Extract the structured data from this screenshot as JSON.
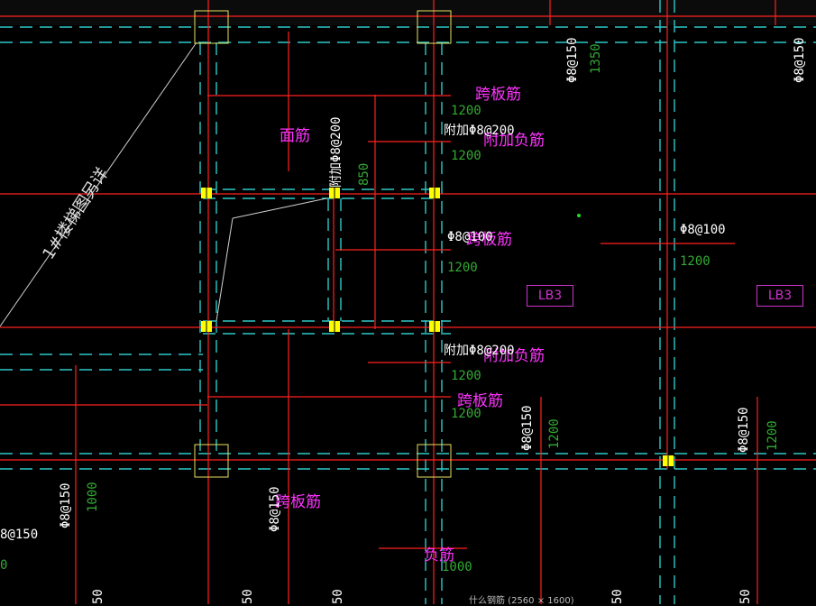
{
  "labels": {
    "kuaban_1": "跨板筋",
    "mianjin": "面筋",
    "fujia_1": "附加负筋",
    "kuaban_2": "跨板筋",
    "fujia_2": "附加负筋",
    "kuaban_3": "跨板筋",
    "kuaban_4": "跨板筋",
    "fujin": "负筋"
  },
  "rebar_text": {
    "fujia_h_1": "附加Φ8@200",
    "fujia_h_2": "附加Φ8@200",
    "fujia_v_1": "附加Φ8@200",
    "phi8_100_a": "Φ8@100",
    "phi8_100_b": "Φ8@100",
    "phi8_150_top": "Φ8@150",
    "phi8_150_tr": "Φ8@150",
    "phi8_150_m1": "Φ8@150",
    "phi8_150_m2": "Φ8@150",
    "phi8_150_bl": "Φ8@150",
    "phi8_150_bm": "Φ8@150",
    "phi8_150_left": "8@150"
  },
  "dims": {
    "d1200_a": "1200",
    "d1200_b": "1200",
    "d1200_c": "1200",
    "d1200_d": "1200",
    "d1200_e": "1200",
    "d1200_f": "1200",
    "d1200_g": "1200",
    "d1200_h": "1200",
    "d850": "850",
    "d1350": "1350",
    "d1000_a": "1000",
    "d1000_b": "1000",
    "d0": "0",
    "d50_a": "50",
    "d50_b": "50",
    "d50_c": "50",
    "d50_d": "50",
    "d50_e": "50"
  },
  "tags": {
    "lb3_a": "LB3",
    "lb3_b": "LB3"
  },
  "stair_label": "1#楼梯图另详",
  "status_text": "什么钢筋 (2560 × 1600)",
  "colors": {
    "background": "#000000",
    "red_line": "#ff2020",
    "cyan_line": "#2fc8c8",
    "yellow_column": "#ffff00",
    "magenta_label": "#ff33ff",
    "green_dim": "#33aa33"
  }
}
